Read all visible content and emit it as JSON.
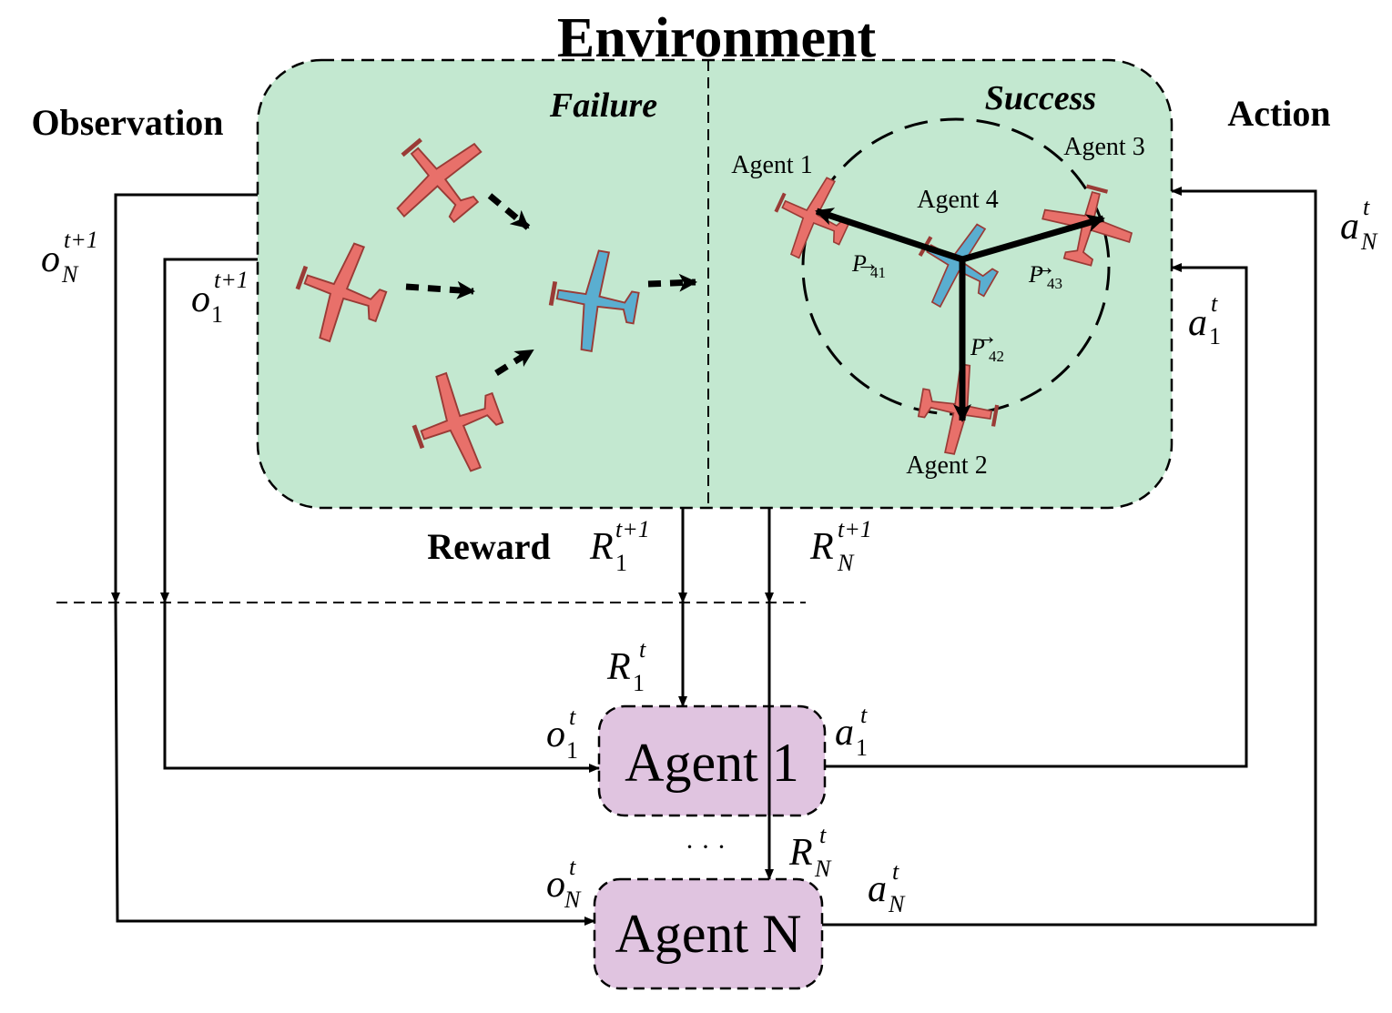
{
  "title": "Environment",
  "labels": {
    "observation": "Observation",
    "action": "Action",
    "reward": "Reward",
    "failure": "Failure",
    "success": "Success",
    "dots": "· · ·"
  },
  "env_agents": {
    "a1": "Agent 1",
    "a2": "Agent 2",
    "a3": "Agent 3",
    "a4": "Agent 4"
  },
  "vectors": {
    "p41": {
      "base": "P",
      "sub": "41"
    },
    "p42": {
      "base": "P",
      "sub": "42"
    },
    "p43": {
      "base": "P",
      "sub": "43"
    }
  },
  "boxes": {
    "agent1": "Agent 1",
    "agentN": "Agent N"
  },
  "symbols": {
    "oN_next": {
      "base": "o",
      "sup": "t+1",
      "sub": "N"
    },
    "o1_next": {
      "base": "o",
      "sup": "t+1",
      "sub": "1"
    },
    "aN_top": {
      "base": "a",
      "sup": "t",
      "sub": "N"
    },
    "a1_top": {
      "base": "a",
      "sup": "t",
      "sub": "1"
    },
    "R1_next": {
      "base": "R",
      "sup": "t+1",
      "sub": "1"
    },
    "RN_next": {
      "base": "R",
      "sup": "t+1",
      "sub": "N"
    },
    "R1_t": {
      "base": "R",
      "sup": "t",
      "sub": "1"
    },
    "RN_t": {
      "base": "R",
      "sup": "t",
      "sub": "N"
    },
    "o1_t": {
      "base": "o",
      "sup": "t",
      "sub": "1"
    },
    "oN_t": {
      "base": "o",
      "sup": "t",
      "sub": "N"
    },
    "a1_t": {
      "base": "a",
      "sup": "t",
      "sub": "1"
    },
    "aN_t": {
      "base": "a",
      "sup": "t",
      "sub": "N"
    }
  },
  "colors": {
    "environment_fill": "#c3e8d0",
    "agent_box_fill": "#e0c4e0",
    "red_plane": "#e8706a",
    "blue_plane": "#5aaed0",
    "line": "#000000"
  }
}
